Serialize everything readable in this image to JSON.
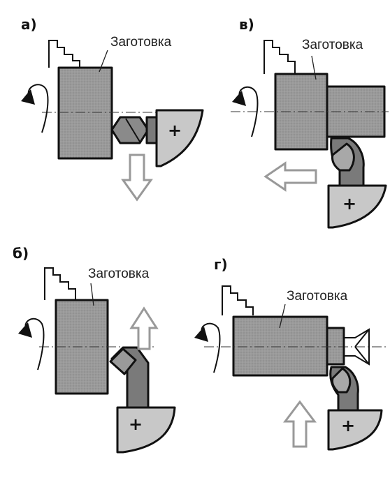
{
  "panels": [
    {
      "id": "a",
      "label": "а)",
      "workpiece_label": "Заготовка"
    },
    {
      "id": "v",
      "label": "в)",
      "workpiece_label": "Заготовка"
    },
    {
      "id": "b",
      "label": "б)",
      "workpiece_label": "Заготовка"
    },
    {
      "id": "g",
      "label": "г)",
      "workpiece_label": "Заготовка"
    }
  ],
  "tool_mark": "+",
  "colors": {
    "workpiece": "#9a9a9a",
    "tool_holder": "#c8c8c8",
    "cutter": "#7a7a7a",
    "feed_arrow": "#999999"
  }
}
